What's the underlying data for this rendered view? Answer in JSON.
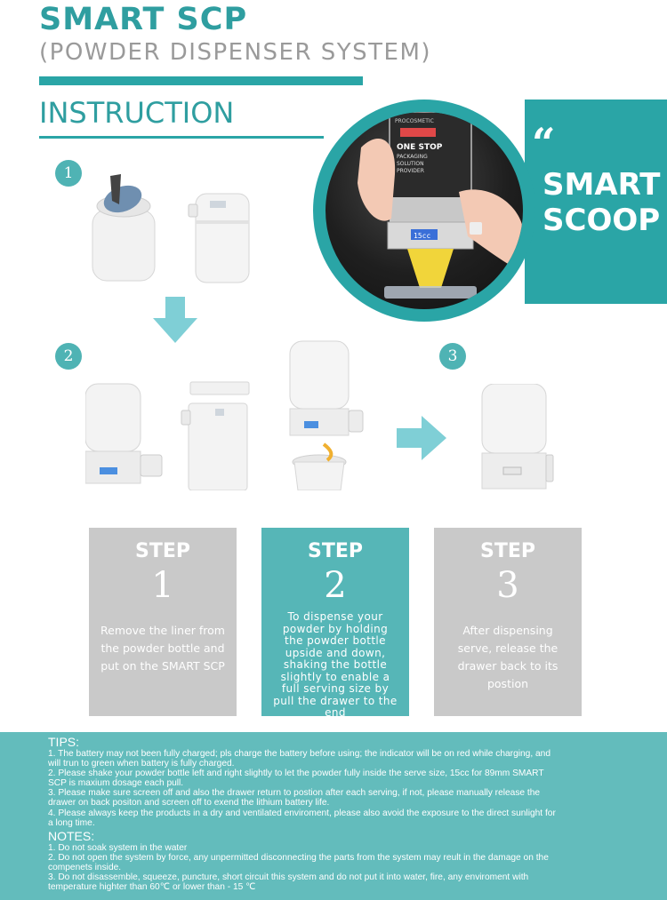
{
  "header": {
    "title": "SMART SCP",
    "subtitle": "(POWDER DISPENSER SYSTEM)",
    "section_title": "INSTRUCTION"
  },
  "hero": {
    "quote_mark": "“",
    "label_line1": "SMART",
    "label_line2": "SCOOP",
    "can_text1": "ONE STOP",
    "can_text2": "PACKAGING",
    "can_text3": "SOLUTION",
    "can_text4": "PROVIDER",
    "can_brand": "PROCOSMETIC",
    "can_display": "15cc"
  },
  "diagram": {
    "markers": [
      "1",
      "2",
      "3"
    ]
  },
  "steps": [
    {
      "word": "STEP",
      "number": "1",
      "description": "Remove the liner from the powder bottle and put on the SMART SCP"
    },
    {
      "word": "STEP",
      "number": "2",
      "description": "To dispense your powder by holding the powder bottle upside and down, shaking the bottle slightly to enable a full serving size by pull the drawer to the end"
    },
    {
      "word": "STEP",
      "number": "3",
      "description": "After dispensing serve, release the drawer back to its postion"
    }
  ],
  "tips": {
    "heading": "TIPS:",
    "lines": [
      "1. The battery may not been fully charged; pls charge the battery before using;  the indicator will be on red while charging, and",
      "will trun to green when battery is fully charged.",
      "2. Please shake your powder bottle left and right slightly to let the powder fully inside the serve size, 15cc for 89mm SMART",
      "SCP is maxium dosage each pull.",
      "3. Please make sure screen off and also the drawer return to postion after each serving, if not, please manually release the",
      "drawer on back positon and screen off to exend the lithium battery life.",
      "4. Please always keep the products in a dry and ventilated enviroment, please also avoid the exposure to the direct sunlight for",
      "a long time."
    ]
  },
  "notes": {
    "heading": "NOTES:",
    "lines": [
      "1. Do not soak system in the water",
      "2. Do not open the system by force, any unpermitted disconnecting the parts from the system may reult in the damage on the",
      "compenets inside.",
      "3. Do not disassemble, squeeze, puncture, short circuit  this system  and do not put it into water, fire, any enviroment with",
      "temperature highter than 60℃ or lower than - 15 ℃"
    ]
  },
  "colors": {
    "teal": "#2aa5a6",
    "teal_light": "#56b6b7",
    "gray": "#c9c9c9"
  }
}
